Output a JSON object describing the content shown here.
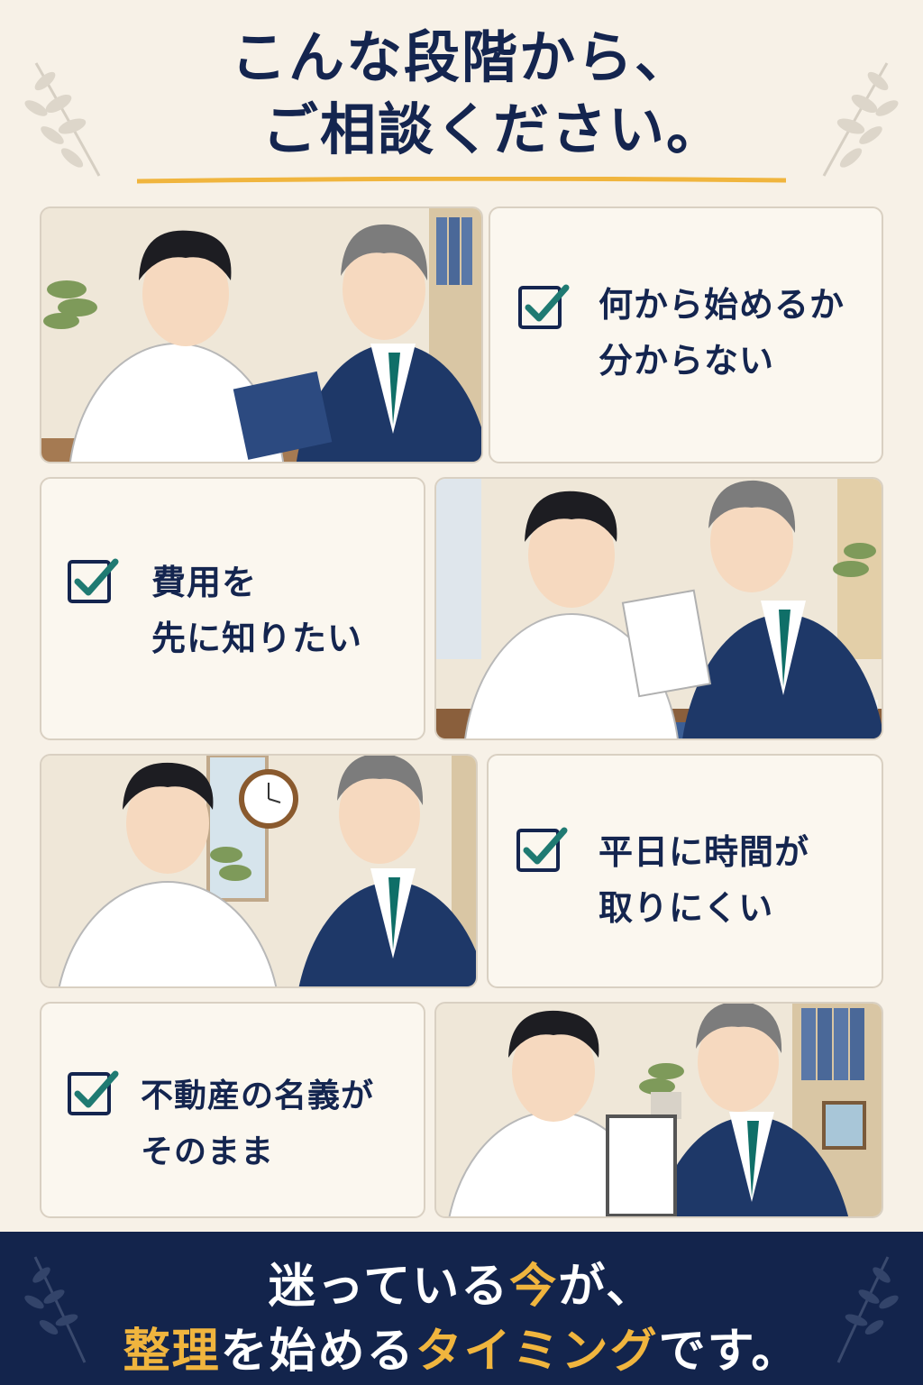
{
  "header": {
    "title_line1": "こんな段階から、",
    "title_line2": "ご相談ください。"
  },
  "cards": [
    {
      "line1": "何から始めるか",
      "line2": "分からない",
      "icon": "checkbox-check-icon"
    },
    {
      "line1": "費用を",
      "line2": "先に知りたい",
      "icon": "checkbox-check-icon"
    },
    {
      "line1": "平日に時間が",
      "line2": "取りにくい",
      "icon": "checkbox-check-icon"
    },
    {
      "line1": "不動産の名義が",
      "line2": "そのまま",
      "icon": "checkbox-check-icon"
    }
  ],
  "footer": {
    "line1_a": "迷っている",
    "line1_b": "今",
    "line1_c": "が、",
    "line2_a": "整理",
    "line2_b": "を始める",
    "line2_c": "タイミング",
    "line2_d": "です。"
  },
  "colors": {
    "navy": "#14254f",
    "accent_gold": "#f0b53e",
    "check_teal": "#1f7a72",
    "background": "#f7f1e7"
  }
}
